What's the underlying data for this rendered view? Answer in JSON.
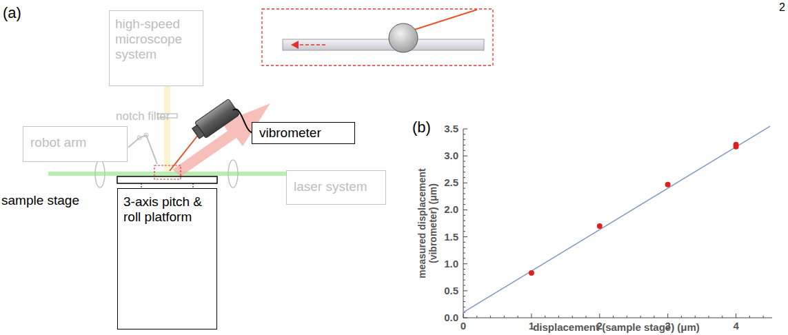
{
  "diagram": {
    "nodes": [
      {
        "text": [
          "high-speed microscope system"
        ]
      },
      {
        "text": [
          "robot arm"
        ]
      },
      {
        "text": [
          "vibrometer"
        ]
      },
      {
        "text": [
          "laser system"
        ]
      },
      {
        "text": [
          "3-axis pitch & roll platform"
        ]
      }
    ],
    "labels": [
      "(a)",
      "2",
      "notch filter",
      "sample stage",
      "(b)",
      "0.0",
      "0.5",
      "1.0",
      "1.5",
      "2.0",
      "2.5",
      "3.0",
      "3.5",
      "0",
      "1",
      "2",
      "3",
      "4",
      "measured displacement (vibrometer) (μm)",
      "displacement (sample stage) (μm)"
    ]
  }
}
